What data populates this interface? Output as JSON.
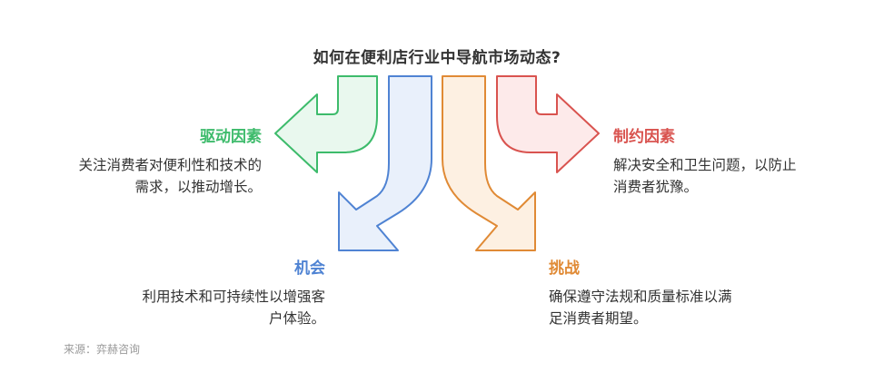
{
  "title": "如何在便利店行业中导航市场动态?",
  "nodes": {
    "drivers": {
      "label": "驱动因素",
      "desc_line1": "关注消费者对便利性和技术的",
      "desc_line2": "需求，以推动增长。",
      "color": "#3dbb6b"
    },
    "opportunities": {
      "label": "机会",
      "desc_line1": "利用技术和可持续性以增强客",
      "desc_line2": "户体验。",
      "color": "#4f83d3"
    },
    "challenges": {
      "label": "挑战",
      "desc_line1": "确保遵守法规和质量标准以满",
      "desc_line2": "足消费者期望。",
      "color": "#e08a35"
    },
    "constraints": {
      "label": "制约因素",
      "desc_line1": "解决安全和卫生问题，以防止",
      "desc_line2": "消费者犹豫。",
      "color": "#d9534f"
    }
  },
  "source": "来源：弈赫咨询"
}
